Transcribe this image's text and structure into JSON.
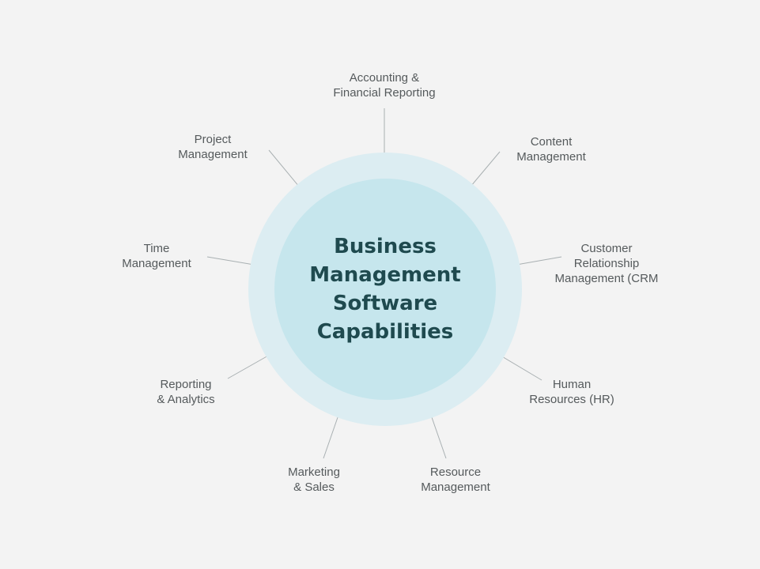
{
  "diagram": {
    "center": {
      "lines": [
        "Business",
        "Management",
        "Software",
        "Capabilities"
      ]
    },
    "capabilities": [
      {
        "id": "accounting",
        "lines": [
          "Accounting &",
          "Financial Reporting"
        ]
      },
      {
        "id": "content",
        "lines": [
          "Content",
          "Management"
        ]
      },
      {
        "id": "crm",
        "lines": [
          "Customer",
          "Relationship",
          "Management (CRM"
        ]
      },
      {
        "id": "hr",
        "lines": [
          "Human",
          "Resources (HR)"
        ]
      },
      {
        "id": "resource",
        "lines": [
          "Resource",
          "Management"
        ]
      },
      {
        "id": "marketing",
        "lines": [
          "Marketing",
          "& Sales"
        ]
      },
      {
        "id": "reporting",
        "lines": [
          "Reporting",
          "& Analytics"
        ]
      },
      {
        "id": "time",
        "lines": [
          "Time",
          "Management"
        ]
      },
      {
        "id": "project",
        "lines": [
          "Project",
          "Management"
        ]
      }
    ],
    "colors": {
      "background": "#f3f3f3",
      "outer_ring": "#dcedf2",
      "inner_circle": "#c6e6ed",
      "title_text": "#1f4a4f",
      "label_text": "#555a5c",
      "connector": "#a9b0b2"
    }
  }
}
